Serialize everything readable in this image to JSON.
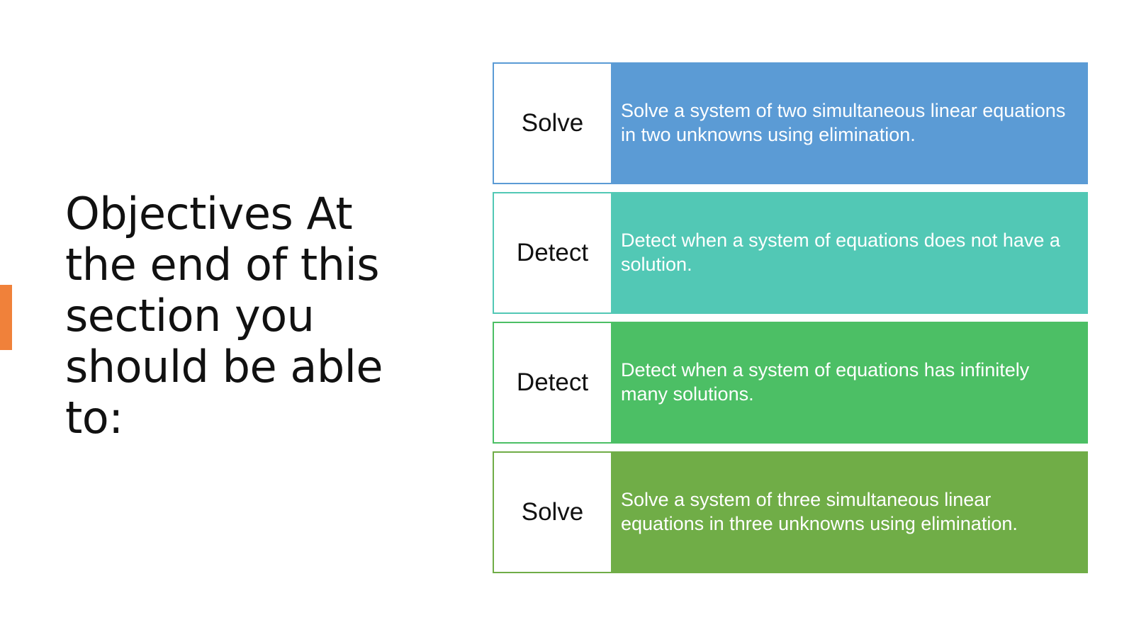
{
  "slide": {
    "title": "Objectives At the end of this section you should be able to:",
    "accent_color": "#f0813a"
  },
  "objectives": [
    {
      "verb": "Solve",
      "description": "Solve a system of two simultaneous linear equations in two unknowns using elimination.",
      "color": "#5b9bd5"
    },
    {
      "verb": "Detect",
      "description": "Detect when a system of equations does not have a solution.",
      "color": "#52c8b5"
    },
    {
      "verb": "Detect",
      "description": "Detect when a system of equations has infinitely many solutions.",
      "color": "#4cbf65"
    },
    {
      "verb": "Solve",
      "description": "Solve a system of three simultaneous linear equations in three unknowns using elimination.",
      "color": "#70ad47"
    }
  ]
}
